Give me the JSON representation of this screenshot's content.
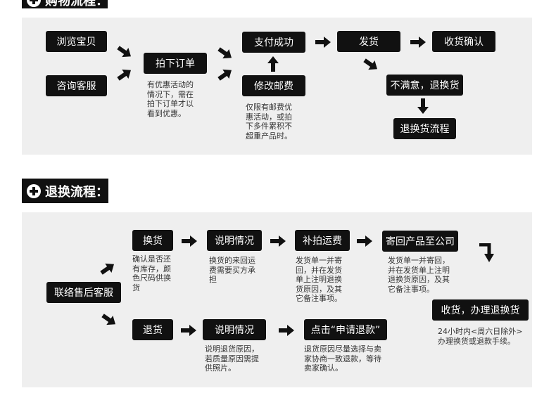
{
  "colors": {
    "box": "#111111",
    "panel": "#efefef",
    "text": "#333333"
  },
  "section1": {
    "title": "购物流程：",
    "boxes": {
      "browse": "浏览宝贝",
      "consult": "咨询客服",
      "order": "拍下订单",
      "pay": "支付成功",
      "modify": "修改邮费",
      "ship": "发货",
      "confirm": "收货确认",
      "unsatisfied": "不满意，退换货",
      "return_flow": "退换货流程"
    },
    "notes": {
      "order": "有优惠活动的\n情况下，需在\n拍下订单才以\n看到优惠。",
      "modify": "仅限有邮费优\n惠活动，或拍\n下多件累积不\n超重产品时。"
    }
  },
  "section2": {
    "title": "退换流程：",
    "boxes": {
      "contact": "联络售后客服",
      "exchange": "换货",
      "explain1": "说明情况",
      "supplement": "补拍运费",
      "mail_back": "寄回产品至公司",
      "refund": "退货",
      "explain2": "说明情况",
      "apply": "点击“申请退款”",
      "receive": "收货，办理退换货"
    },
    "notes": {
      "exchange": "确认是否还\n有库存，颜\n色尺码供换\n货",
      "explain1": "换货的来回运\n费需要买方承\n担",
      "supplement": "发货单一并寄\n回，并在发货\n单上注明退换\n货原因，及其\n它备注事项。",
      "mail_back": "发货单一并寄回，\n并在发货单上注明\n退换货原因，及其\n它备注事项。",
      "explain2": "说明退货原因，\n若质量原因需提\n供照片。",
      "apply": "退货原因尽量选择与卖\n家协商一致退款，等待\n卖家确认。",
      "receive": "24小时内<周六日除外>\n办理换货或退款手续。"
    }
  },
  "icons": {
    "arrow": "arrow-right-icon",
    "plus": "plus-circle-icon"
  }
}
